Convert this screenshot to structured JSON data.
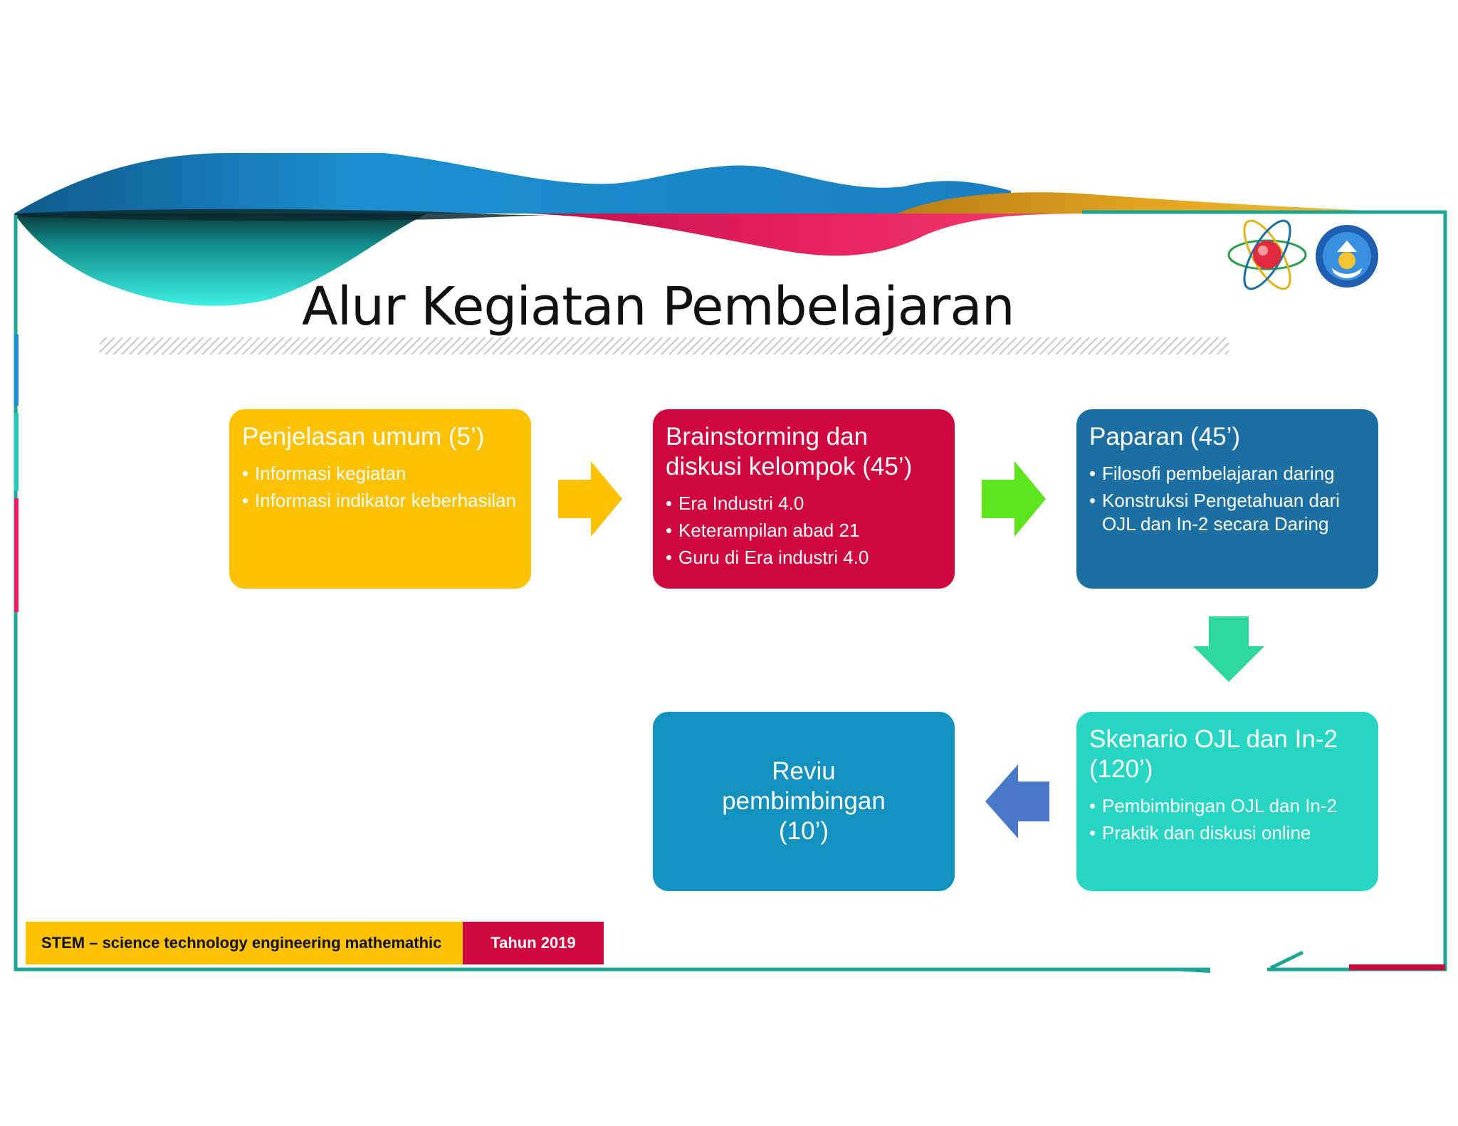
{
  "slide": {
    "title": "Alur Kegiatan Pembelajaran",
    "footer": {
      "left_text": "STEM – science technology engineering mathemathic",
      "right_text": "Tahun 2019"
    },
    "logos": [
      "atom-logo",
      "tut-wuri-handayani-logo"
    ]
  },
  "flow": {
    "box1": {
      "heading": "Penjelasan umum (5’)",
      "items": [
        "Informasi kegiatan",
        "Informasi indikator keberhasilan"
      ],
      "color": "#fcc100"
    },
    "box2": {
      "heading": "Brainstorming dan diskusi kelompok (45’)",
      "items": [
        "Era Industri 4.0",
        "Keterampilan abad 21",
        "Guru di Era industri 4.0"
      ],
      "color": "#d0063f"
    },
    "box3": {
      "heading": "Paparan (45’)",
      "items": [
        "Filosofi pembelajaran daring",
        "Konstruksi Pengetahuan dari OJL dan In-2 secara Daring"
      ],
      "color": "#1b6fa3"
    },
    "box4": {
      "heading": "Skenario OJL dan In-2 (120’)",
      "items": [
        "Pembimbingan OJL dan In-2",
        "Praktik dan diskusi online"
      ],
      "color": "#27d6c2"
    },
    "box5": {
      "heading": "Reviu pembimbingan (10’)",
      "color": "#1392bf"
    },
    "arrows": {
      "a1": "#fcc100",
      "a2": "#5de51c",
      "a3": "#2fd6a0",
      "a4": "#4a78c8"
    }
  }
}
